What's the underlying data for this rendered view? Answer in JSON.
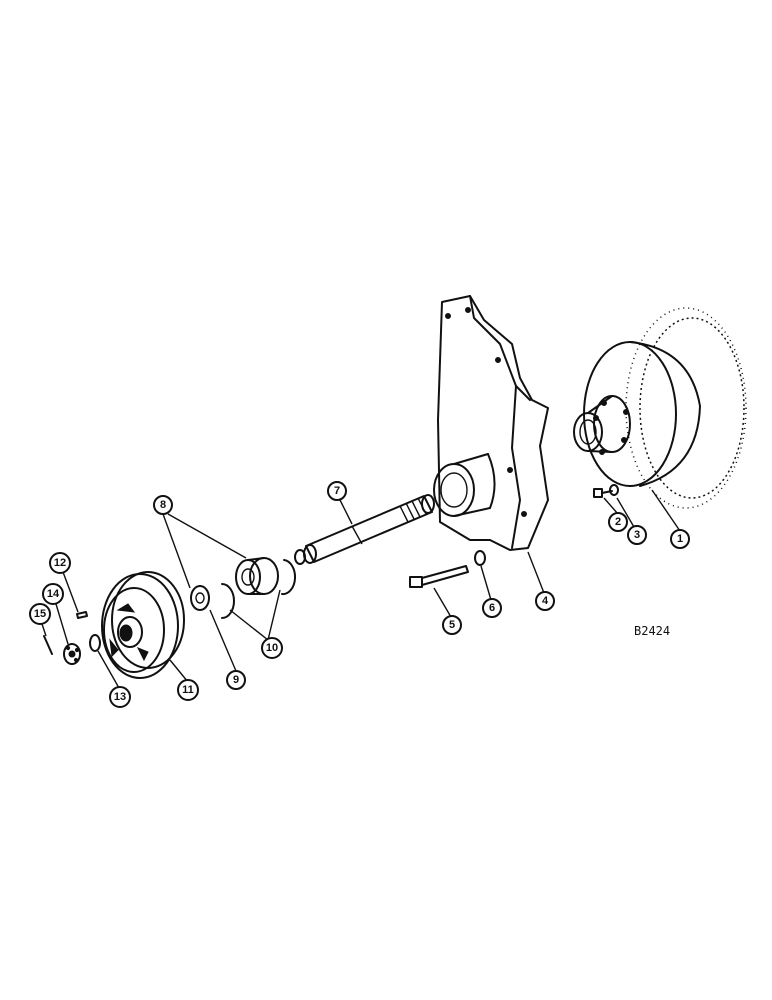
{
  "drawing": {
    "number": "B2424",
    "callouts": [
      "1",
      "2",
      "3",
      "4",
      "5",
      "6",
      "7",
      "8",
      "9",
      "10",
      "11",
      "12",
      "13",
      "14",
      "15"
    ]
  }
}
